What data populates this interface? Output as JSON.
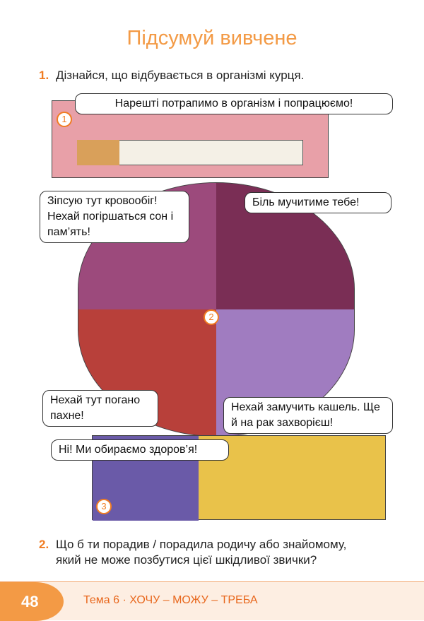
{
  "title": "Підсумуй вивчене",
  "task1": {
    "num": "1.",
    "text": "Дізнайся, що відбувається в організмі курця."
  },
  "comic": {
    "panel_numbers": [
      "1",
      "2",
      "3"
    ],
    "bubbles": [
      "Нарешті потрапимо в організм і попрацюємо!",
      "Зіпсую тут кровообіг! Нехай погіршаться сон і пам’ять!",
      "Біль мучитиме тебе!",
      "Нехай тут погано пахне!",
      "Нехай замучить кашель. Ще й на рак захворієш!",
      "Ні! Ми обираємо здоров’я!"
    ]
  },
  "task2": {
    "num": "2.",
    "line1": "Що б ти порадив / порадила родичу або знайомому,",
    "line2": "який не може позбутися цієї шкідливої звички?"
  },
  "footer": {
    "page": "48",
    "theme": "Тема 6 · ХОЧУ – МОЖУ – ТРЕБА"
  }
}
